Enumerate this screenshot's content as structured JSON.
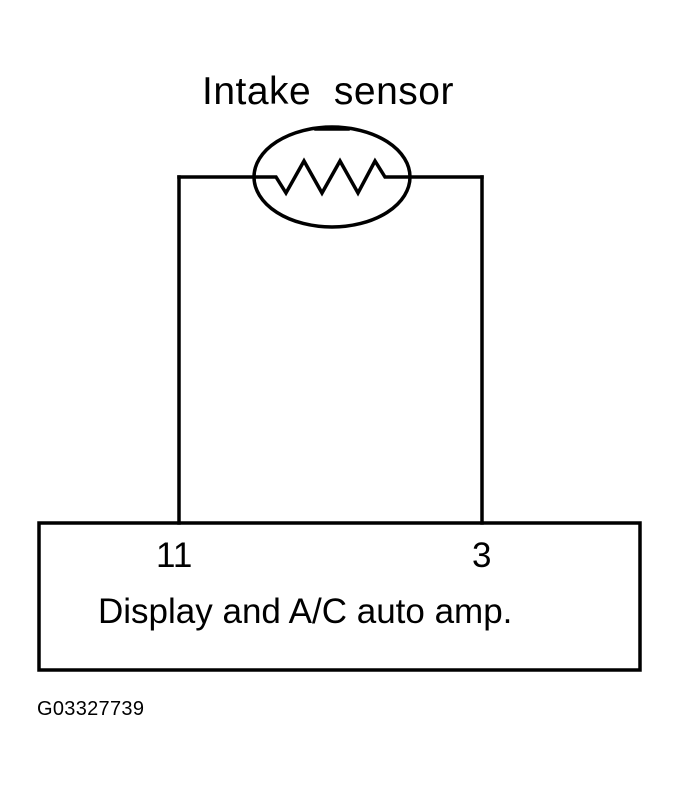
{
  "diagram": {
    "sensor": {
      "title": "Intake  sensor",
      "symbol": "thermistor"
    },
    "amplifier": {
      "label": "Display and A/C auto amp.",
      "pins": {
        "left": "11",
        "right": "3"
      }
    },
    "figure_id": "G03327739"
  },
  "colors": {
    "line": "#000000",
    "background": "#ffffff"
  }
}
